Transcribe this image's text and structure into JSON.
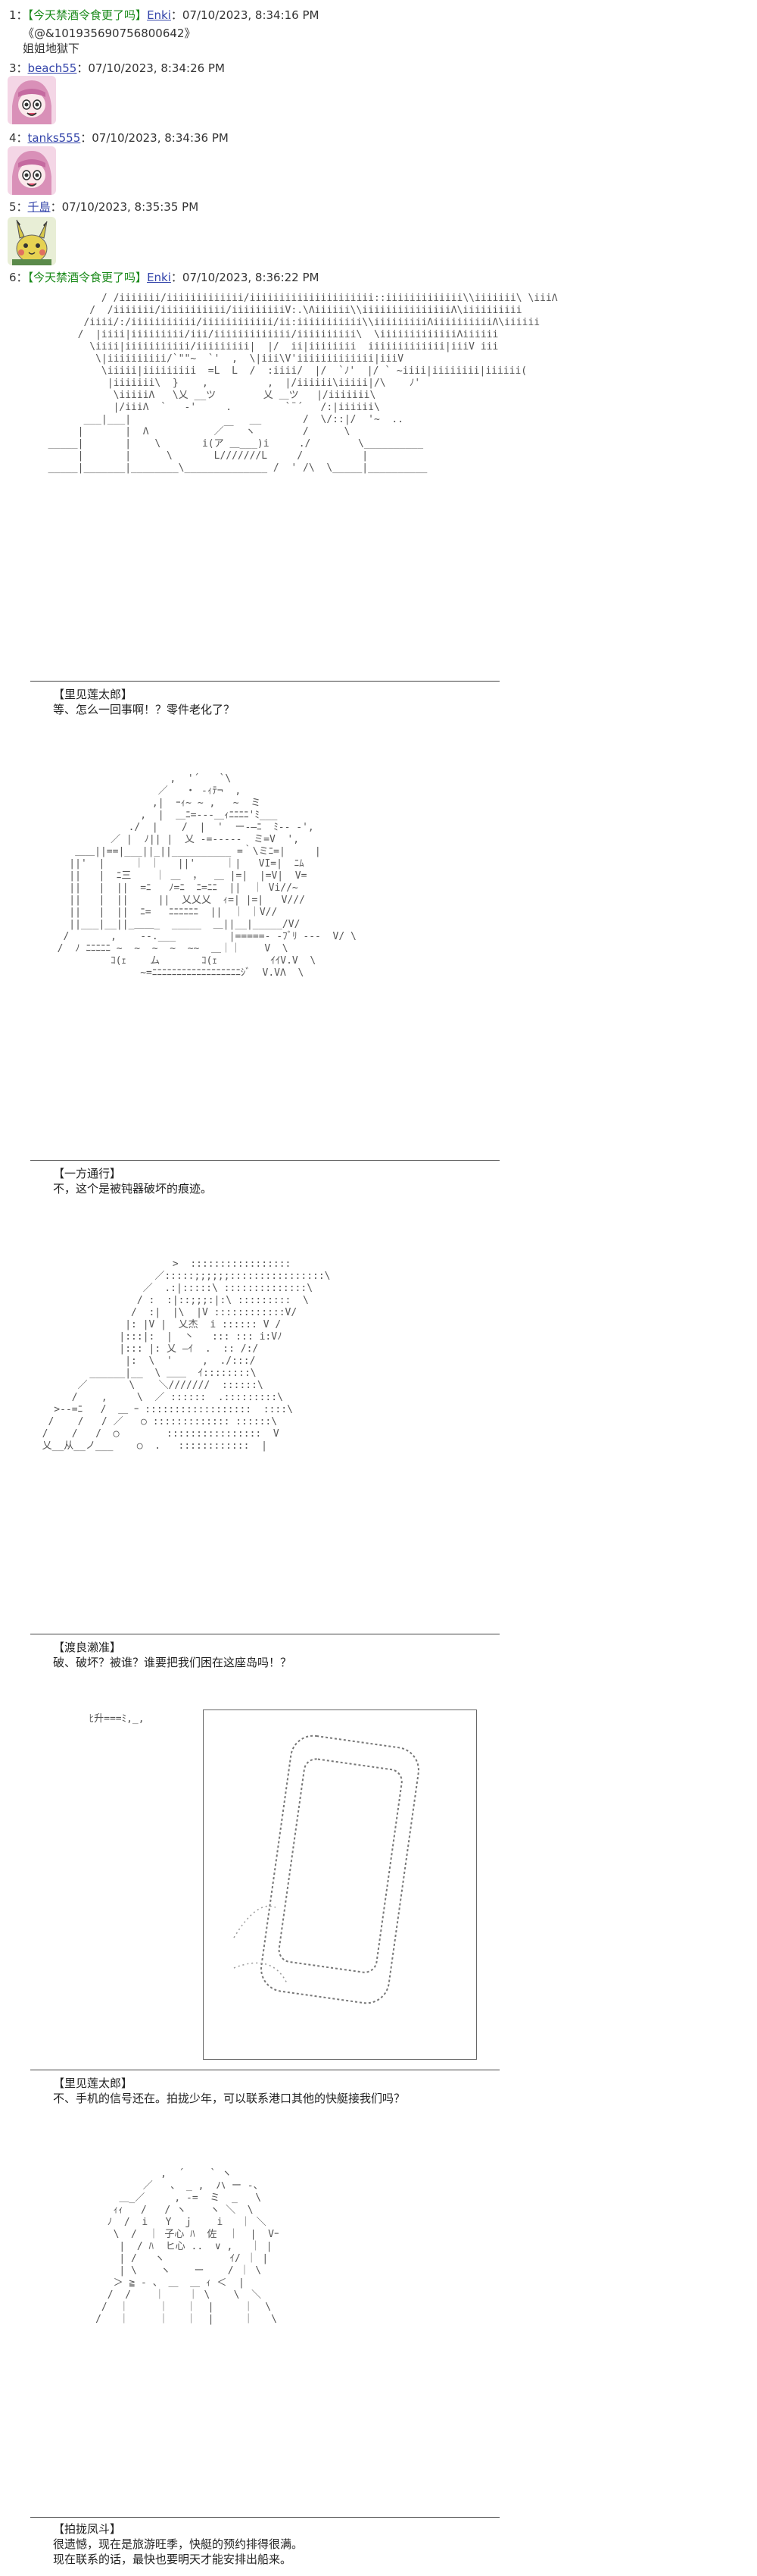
{
  "posts": [
    {
      "num": "1：",
      "name": "【今天禁酒令食更了吗】",
      "user": "Enki",
      "date": "：07/10/2023, 8:34:16 PM",
      "quote": "《@&101935690756800642》",
      "body": "姐姐地獄下"
    },
    {
      "num": "3：",
      "user": "beach55",
      "date": "：07/10/2023, 8:34:26 PM"
    },
    {
      "num": "4：",
      "user": "tanks555",
      "date": "：07/10/2023, 8:34:36 PM"
    },
    {
      "num": "5：",
      "user": "千島",
      "date": "：07/10/2023, 8:35:35 PM"
    },
    {
      "num": "6：",
      "name": "【今天禁酒令食更了吗】",
      "user": "Enki",
      "date": "：07/10/2023, 8:36:22 PM"
    }
  ],
  "avatars": [
    {
      "icon": "anime-girl-avatar-icon",
      "bg": "#f4d6e6",
      "hair": "#e8a6c8"
    },
    {
      "icon": "anime-girl-avatar-icon",
      "bg": "#f4d6e6",
      "hair": "#e8a6c8"
    },
    {
      "icon": "pikachu-avatar-icon",
      "bg": "#e8eed6",
      "hair": "#c8c24a"
    }
  ],
  "scenes": [
    {
      "speaker": "【里见莲太郎】",
      "line": "等、怎么一回事啊！？零件老化了？"
    },
    {
      "speaker": "【一方通行】",
      "line": "不，这个是被钝器破坏的痕迹。"
    },
    {
      "speaker": "【渡良濑准】",
      "line": "破、破坏？被谁？谁要把我们困在这座岛吗！？"
    },
    {
      "speaker": "【里见莲太郎】",
      "line": "不、手机的信号还在。拍拢少年，可以联系港口其他的快艇接我们吗？"
    },
    {
      "speaker": "【拍拢凤斗】",
      "line": "很遗憾，现在是旅游旺季，快艇的预约排得很满。",
      "line2": "现在联系的话，最快也要明天才能安排出船来。"
    }
  ],
  "aa": [
    "            / /iiiiiii/iiiiiiiiiiiii/iiiiiiiiiiiiiiiiiiiii::iiiiiiiiiiiii\\\\iiiiiii\\ \\iiiΛ\n          /  /iiiiiii/iiiiiiiiiii/iiiiiiiiiV:.\\Λiiiiii\\\\iiiiiiiiiiiiiiiΛ\\iiiiiiiiii\n         /iiii/:/iiiiiiiiiii/iiiiiiiiiiii/ii:iiiiiiiiiii\\\\iiiiiiiiiΛiiiiiiiiiiΛ\\iiiiii\n        /  |iiii|iiiiiiiii/iii/iiiiiiiiiiiii/iiiiiiiiii\\  \\iiiiiiiiiiiiiΛiiiiii\n          \\iiii|iiiiiiiiiii/iiiiiiiii|  |/  ii|iiiiiiii  iiiiiiiiiiiii|iiiV iii\n           \\|iiiiiiiiii/`\"\"~  `'  ,  \\|iii\\V'iiiiiiiiiiiii|iiiV\n            \\iiiii|iiiiiiiii  =L  L  /  :iiii/  |/  `ﾉ'  |/ ` ~iiii|iiiiiiii|iiiiii(\n             |iiiiiii\\  }    ,          ,  |/iiiiii\\iiiii|/\\    ﾉ'\n              \\iiiiiΛ   \\乂 __ツ        乂 ＿ツ   |/iiiiiii\\\n              |/iiiΛ  `   ‐'     .         `¨´   /:|iiiiii\\\n         ___|___|                    __       /  \\/::|/  '~  ..\n        |       |  Λ           ／￣  ヽ        /      \\\n   _____|       |    \\       i(ア ＿___)i     ./        \\__________\n        |       |      \\       L///////L     /          |\n   _____|_______|________\\______________ /  ' /\\  \\_____|__________",
    "                     ,  '´￣￣`\\\n                   ／   ・ -ｨﾃ¬  ,\n                  ,|  ｰｨ~ ~ ,   ~  ミ\n                ,  |  ＿ﾆ=-‐‐＿ｨﾆﾆﾆﾆ'ﾐ___\n              ./  |    /  |  '  ー-―ﾆ  ﾐ-- -',\n           ／ |  ﾉ|| |  乂 -=-‐‐‐‐  ミ=V  ',\n     ＿＿||==|___||_||__________ =｀\\ミﾆ=|     |\n    ||'  |     ｜ ｜   ||'     ｜|   VI=|  ﾆﾑ\n    ||   |  ﾆ三    ｜ ＿  ，  ＿ |=|  |=V|  V=\n    ||   |  ||  =ﾆ   ﾉ=ﾆ  ﾆ=ﾆﾆ  ||  ｜ Vi//~\n    ||   |  ||     ||  乂乂乂  ｨ=| |=|   V///\n    ||   |  ||  ﾆ=   ﾆﾆﾆﾆﾆﾆ  ||  ｜ ｜V//\n    ||___|__||_＿＿_  _____  ＿||__|_____/V/\n   /       ,    ‐-.___         |=====- -ﾌﾞﾘ ‐‐‐  V/ \\\n  /  ﾉ ﾆﾆﾆﾆﾆ ~  ~  ~  ~  ~~  ＿｜｜    V  \\\n           ｺ(ｪ    ム       ｺ(ｪ         ｲｲV.V  \\\n                ~=ﾆﾆﾆﾆﾆﾆﾆﾆﾆﾆﾆﾆﾆﾆﾆﾆﾆﾆｼﾞ  V.VΛ  \\",
    "                        >  :::::::::::::::::\n                     ／:::::;;;;;;::::::::::::::::\\\n                   ／  .:|:::::\\ ::::::::::::::\\\n                  / :  :|::;;;:|:\\ :::::::::  \\\n                 /  :|  |\\  |V ::::::::::::V/\n                |: |V |  乂杰  i :::::: V /\n               |:::|:  |  丶   ::: ::: i:Vﾉ\n               |::: |: 乂 ―ｲ  .  :: /:/\n                |:  \\  '     ,  ./:::/\n          ______|__  \\ ＿＿  ｲ::::::::\\\n        ／       \\    ＼///////  ::::::\\\n       /    ,     \\  ／ ::::::  .:::::::::\\\n    >--=ﾆ   /  ＿ ｰ ::::::::::::::::::  ::::\\\n   /    /   / ／   ○ ::::::::::::: ::::::\\\n  /    /   /  ◯        ::::::::::::::::  V\n  乂__从__ノ___    ○  .   ::::::::::::  |",
    "        ﾋ升===ﾐ,_,",
    "                      ,  ´￣￣ ` ヽ\n                   ／   、 _ ,  ハ ー -、\n               ＿_／     , -=  ミ  _   \\\n              ｨｨ   /   / ヽ    ヽ ＼  \\\n             ﾉ  /  i   Y  ｊ    i   ｜ ＼\n              \\  /  ｜ 子心 ﾊ  佐  ｜  |  Vｰ\n               |  / ﾊ  ヒ心 ..  ∨ ,   ｜ |\n               | /   ヽ           ｲ/ ｜ |\n               | \\    ヽ    ー    / ｜ \\\n              ＞ ≧ - 、 ＿  ＿ ｨ ＜  |\n             /  /    ｜    ｜ \\    \\  ＼\n            /  ｜     ｜   ｜  |     ｜  \\\n           /   ｜     ｜   ｜  |     ｜   \\"
  ]
}
